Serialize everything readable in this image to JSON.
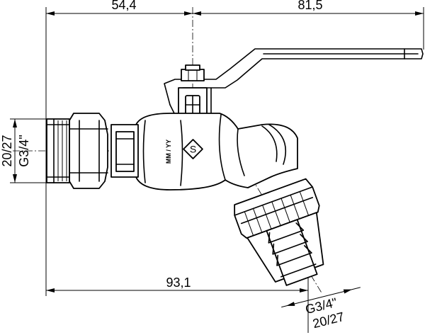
{
  "dimensions": {
    "inlet_length": "54,4",
    "lever_length": "81,5",
    "overall_length": "93,1",
    "inlet_thread": "G3/4\"",
    "inlet_size": "20/27",
    "outlet_thread": "G3/4\"",
    "outlet_size": "20/27"
  },
  "markings": {
    "body_mark": "MM / YY",
    "logo_letter": "S"
  }
}
